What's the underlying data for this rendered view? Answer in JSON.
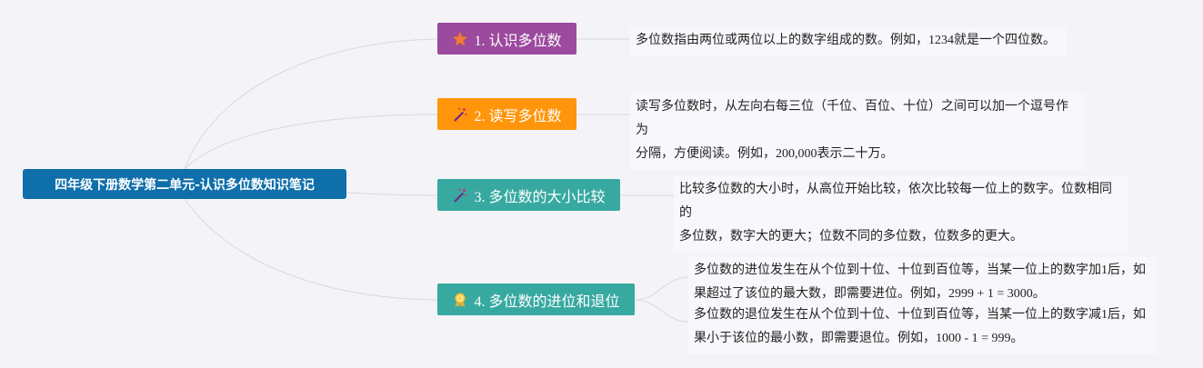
{
  "root": {
    "label": "四年级下册数学第二单元-认识多位数知识笔记"
  },
  "branches": [
    {
      "label": "1. 认识多位数",
      "icon": "star-icon",
      "color": "#9b4a9e",
      "notes": [
        {
          "lines": [
            "多位数指由两位或两位以上的数字组成的数。例如，1234就是一个四位数。"
          ]
        }
      ]
    },
    {
      "label": "2. 读写多位数",
      "icon": "magic-wand-icon",
      "color": "#ff950a",
      "notes": [
        {
          "lines": [
            "读写多位数时，从左向右每三位（千位、百位、十位）之间可以加一个逗号作为",
            "分隔，方便阅读。例如，200,000表示二十万。"
          ]
        }
      ]
    },
    {
      "label": "3. 多位数的大小比较",
      "icon": "magic-wand-icon",
      "color": "#37a9a1",
      "notes": [
        {
          "lines": [
            "比较多位数的大小时，从高位开始比较，依次比较每一位上的数字。位数相同的",
            "多位数，数字大的更大；位数不同的多位数，位数多的更大。"
          ]
        }
      ]
    },
    {
      "label": "4. 多位数的进位和退位",
      "icon": "award-ribbon-icon",
      "color": "#37a9a1",
      "notes": [
        {
          "lines": [
            "多位数的进位发生在从个位到十位、十位到百位等，当某一位上的数字加1后，如",
            "果超过了该位的最大数，即需要进位。例如，2999 + 1 = 3000。"
          ]
        },
        {
          "lines": [
            "多位数的退位发生在从个位到十位、十位到百位等，当某一位上的数字减1后，如",
            "果小于该位的最小数，即需要退位。例如，1000 - 1 = 999。"
          ]
        }
      ]
    }
  ]
}
